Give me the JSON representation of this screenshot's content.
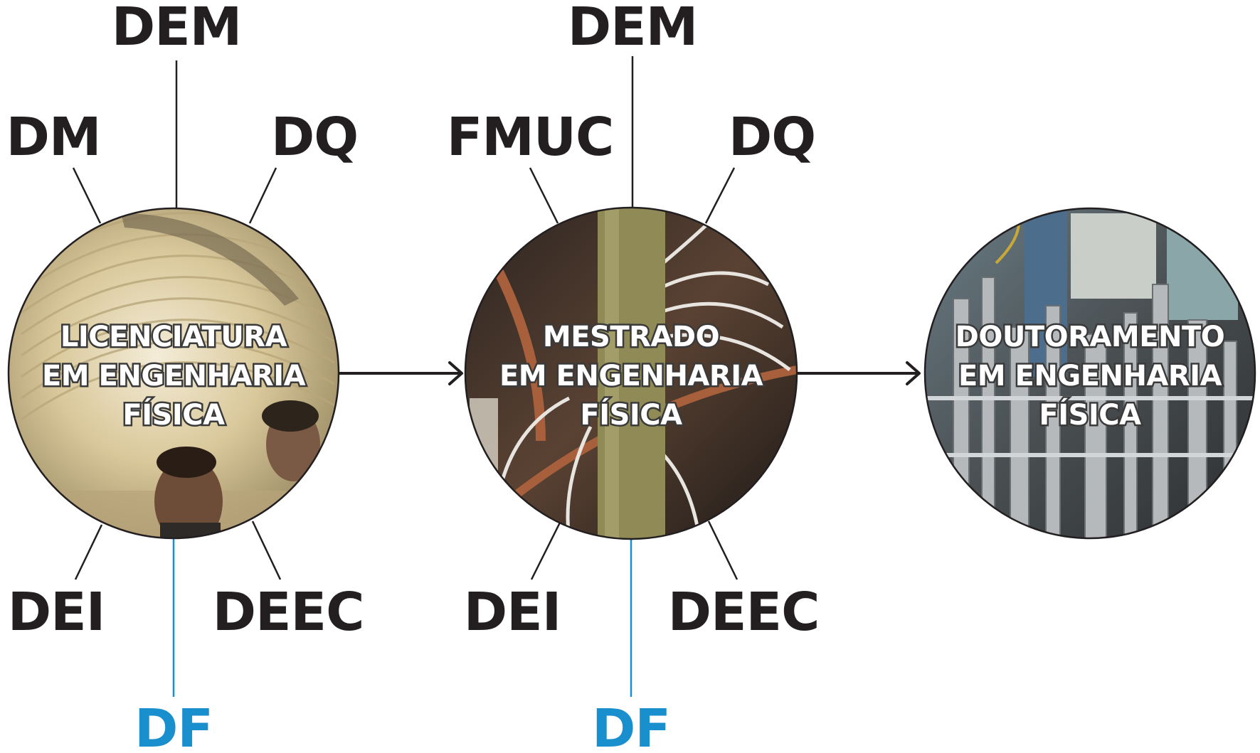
{
  "colors": {
    "ink": "#231f20",
    "accent": "#1a8fce"
  },
  "stages": [
    {
      "title": [
        "LICENCIATURA",
        "EM ENGENHARIA",
        "FÍSICA"
      ],
      "photo": "students-under-curved-ceiling",
      "departments_top": {
        "left": "DM",
        "center": "DEM",
        "right": "DQ"
      },
      "departments_bottom": {
        "left": "DEI",
        "center": "DF",
        "right": "DEEC"
      }
    },
    {
      "title": [
        "MESTRADO",
        "EM ENGENHARIA",
        "FÍSICA"
      ],
      "photo": "lab-cables-and-rod",
      "departments_top": {
        "left": "FMUC",
        "center": "DEM",
        "right": "DQ"
      },
      "departments_bottom": {
        "left": "DEI",
        "center": "DF",
        "right": "DEEC"
      }
    },
    {
      "title": [
        "DOUTORAMENTO",
        "EM ENGENHARIA",
        "FÍSICA"
      ],
      "photo": "lab-equipment-pipes"
    }
  ]
}
